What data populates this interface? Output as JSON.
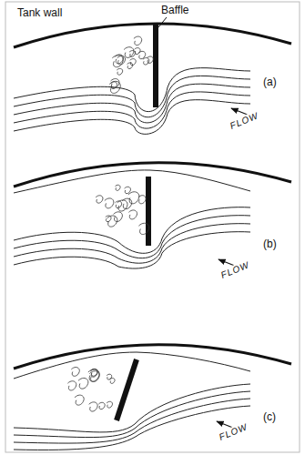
{
  "diagram": {
    "labels": [
      "Tank wall",
      "Baffle",
      "(a)",
      "FLOW",
      "(b)",
      "FLOW",
      "(c)",
      "FLOW"
    ]
  }
}
